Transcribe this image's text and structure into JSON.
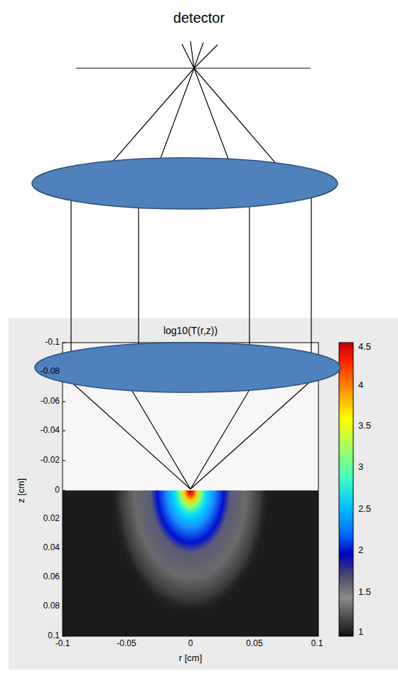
{
  "diagram": {
    "title": "detector",
    "labels": [
      "log10(T(r,z))",
      "-0.1",
      "-0.08",
      "-0.06",
      "-0.04",
      "-0.02",
      "0",
      "0.02",
      "0.04",
      "0.06",
      "0.08",
      "0.1",
      "z [cm]",
      "-0.1",
      "-0.05",
      "0",
      "0.05",
      "0.1",
      "r [cm]",
      "4.5",
      "4",
      "3.5",
      "3",
      "2.5",
      "2",
      "1.5",
      "1"
    ]
  }
}
